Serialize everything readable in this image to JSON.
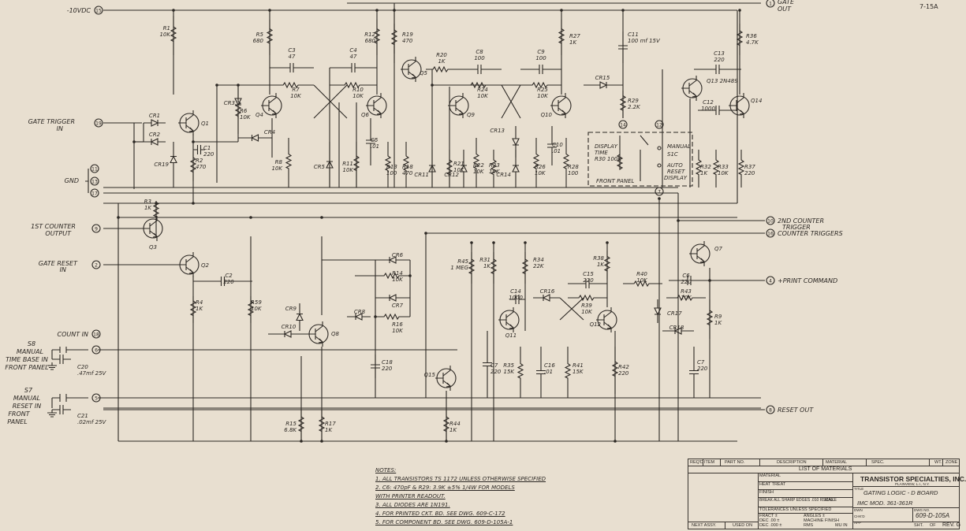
{
  "drawing_ref": "7-15A",
  "terminals": [
    {
      "n": "15",
      "label": "-10VDC"
    },
    {
      "n": "1",
      "label": "GATE OUT"
    },
    {
      "n": "19",
      "label": "GATE TRIGGER IN"
    },
    {
      "n": "11",
      "label": ""
    },
    {
      "n": "13",
      "label": "GND"
    },
    {
      "n": "17",
      "label": ""
    },
    {
      "n": "9",
      "label": "1ST COUNTER OUTPUT"
    },
    {
      "n": "2",
      "label": "GATE RESET IN"
    },
    {
      "n": "18",
      "label": "COUNT IN"
    },
    {
      "n": "6",
      "label": ""
    },
    {
      "n": "5",
      "label": ""
    },
    {
      "n": "10",
      "label": "2ND COUNTER TRIGGER"
    },
    {
      "n": "16",
      "label": "COUNTER TRIGGERS"
    },
    {
      "n": "4",
      "label": "+PRINT COMMAND"
    },
    {
      "n": "8",
      "label": "RESET OUT"
    },
    {
      "n": "14",
      "label": ""
    },
    {
      "n": "12",
      "label": ""
    },
    {
      "n": "7",
      "label": ""
    }
  ],
  "components": {
    "R1": "R1 10K",
    "R2": "R2 470",
    "R3": "R3 1K",
    "R4": "R4 1K",
    "R5": "R5 680",
    "R6": "R6 10K",
    "R7": "R7 10K",
    "R8": "R8 10K",
    "R9": "R9 1K",
    "R10": "R10 10K",
    "R11": "R11 10K",
    "R12": "R12 680",
    "R13": "R13 100",
    "R14": "R14 10K",
    "R15": "R15 6.8K",
    "R16": "R16 10K",
    "R17": "R17 1K",
    "R18": "R18 470",
    "R19": "R19 470",
    "R20": "R20 1K",
    "R21": "R21 10K",
    "R22": "R22 10K",
    "R23": "R23 10K",
    "R24": "R24 10K",
    "R25": "R25 10K",
    "R26": "R26 10K",
    "R27": "R27 1K",
    "R28": "R28 100",
    "R29": "R29 2.2K",
    "R30": "R30 100K",
    "R31": "R31 1K",
    "R32": "R32 1K",
    "R33": "R33 10K",
    "R34": "R34 22K",
    "R35": "R35 15K",
    "R36": "R36 4.7K",
    "R37": "R37 220",
    "R38": "R38 1K",
    "R39": "R39 10K",
    "R40": "R40 10K",
    "R41": "R41 15K",
    "R42": "R42 220",
    "R43": "R43 10K",
    "R44": "R44 1K",
    "R45": "R45 1 MEG",
    "R59": "R59 10K",
    "C1": "C1 220",
    "C2": "C2 220",
    "C3": "C3 47",
    "C4": "C4 47",
    "C5": "C5 .01",
    "C6": "C6 220",
    "C7a": "C7 220",
    "C7b": "C7 220",
    "C8": "C8 100",
    "C9": "C9 100",
    "C10": "C10 .01",
    "C11": "C11 100 mf 15V",
    "C12": "C12 1000",
    "C13": "C13 220",
    "C14": "C14 1000",
    "C15": "C15 220",
    "C16": "C16 .01",
    "C18": "C18 220",
    "C20": "C20 .47mf 25V",
    "C21": "C21 .02mf 25V",
    "Q1": "Q1",
    "Q2": "Q2",
    "Q3": "Q3",
    "Q4": "Q4",
    "Q5": "Q5",
    "Q6": "Q6",
    "Q7": "Q7",
    "Q8": "Q8",
    "Q9": "Q9",
    "Q10": "Q10",
    "Q11": "Q11",
    "Q12": "Q12",
    "Q13": "Q13 2N489",
    "Q14": "Q14",
    "Q15": "Q15",
    "CR1": "CR1",
    "CR2": "CR2",
    "CR3": "CR3",
    "CR4": "CR4",
    "CR5": "CR5",
    "CR6": "CR6",
    "CR7": "CR7",
    "CR8": "CR8",
    "CR9": "CR9",
    "CR10": "CR10",
    "CR11": "CR11",
    "CR12": "CR12",
    "CR13": "CR13",
    "CR14": "CR14",
    "CR15": "CR15",
    "CR16": "CR16",
    "CR17": "CR17",
    "CR18": "CR18",
    "CR19": "CR19"
  },
  "front_panel": {
    "display_time": "DISPLAY TIME",
    "r30": "R30 100K",
    "manual": "MANUAL",
    "s1c": "S1C",
    "auto_reset": "AUTO RESET DISPLAY",
    "label": "FRONT PANEL"
  },
  "s8": "S8 MANUAL TIME BASE IN FRONT PANEL",
  "s7": "S7 MANUAL RESET IN FRONT PANEL",
  "notes": {
    "title": "NOTES:",
    "lines": [
      "1. ALL TRANSISTORS TS 1172 UNLESS OTHERWISE SPECIFIED",
      "2. C6: 470pF & R29: 3.9K ±5% 1/4W FOR MODELS",
      "   WITH PRINTER READOUT.",
      "3. ALL DIODES ARE 1N191.",
      "4. FOR PRINTED CKT. BD. SEE DWG. 609-C-172",
      "5. FOR COMPONENT BD. SEE DWG. 609-D-105A-1"
    ]
  },
  "title_block": {
    "headers": [
      "REQ'D",
      "ITEM",
      "PART NO.",
      "DESCRIPTION",
      "MATERIAL",
      "SPEC.",
      "WT.",
      "ZONE"
    ],
    "list_of_materials": "LIST OF MATERIALS",
    "material": "MATERIAL",
    "heat_treat": "HEAT TREAT",
    "finish": "FINISH",
    "break_edges": "BREAK ALL SHARP EDGES .010 R. MAX.",
    "scale": "SCALE",
    "tolerances": "TOLERANCES UNLESS SPECIFIED",
    "fract": "FRACT ±",
    "dec2": "DEC .00 ±",
    "dec3": "DEC .000 ±",
    "angles": "ANGLES ±",
    "machine_finish": "MACHINE FINISH",
    "rms": "RMS",
    "mu_in": "MU IN",
    "next_assy": "NEXT ASSY.",
    "used_on": "USED ON",
    "company": "TRANSISTOR SPECIALTIES, INC.",
    "company_city": "PLAINVIEW, L.I., N.Y.",
    "title_label": "TITLE",
    "title": "GATING LOGIC - D BOARD",
    "model": "IMC  MOD. 361-361R",
    "dwn": "DWN",
    "chkd": "CHK'D",
    "app": "APP",
    "dwg_no_label": "DWG NO.",
    "dwg_no": "609-D-105A",
    "sht": "SHT.",
    "of": "OF",
    "rev": "REV. G"
  }
}
